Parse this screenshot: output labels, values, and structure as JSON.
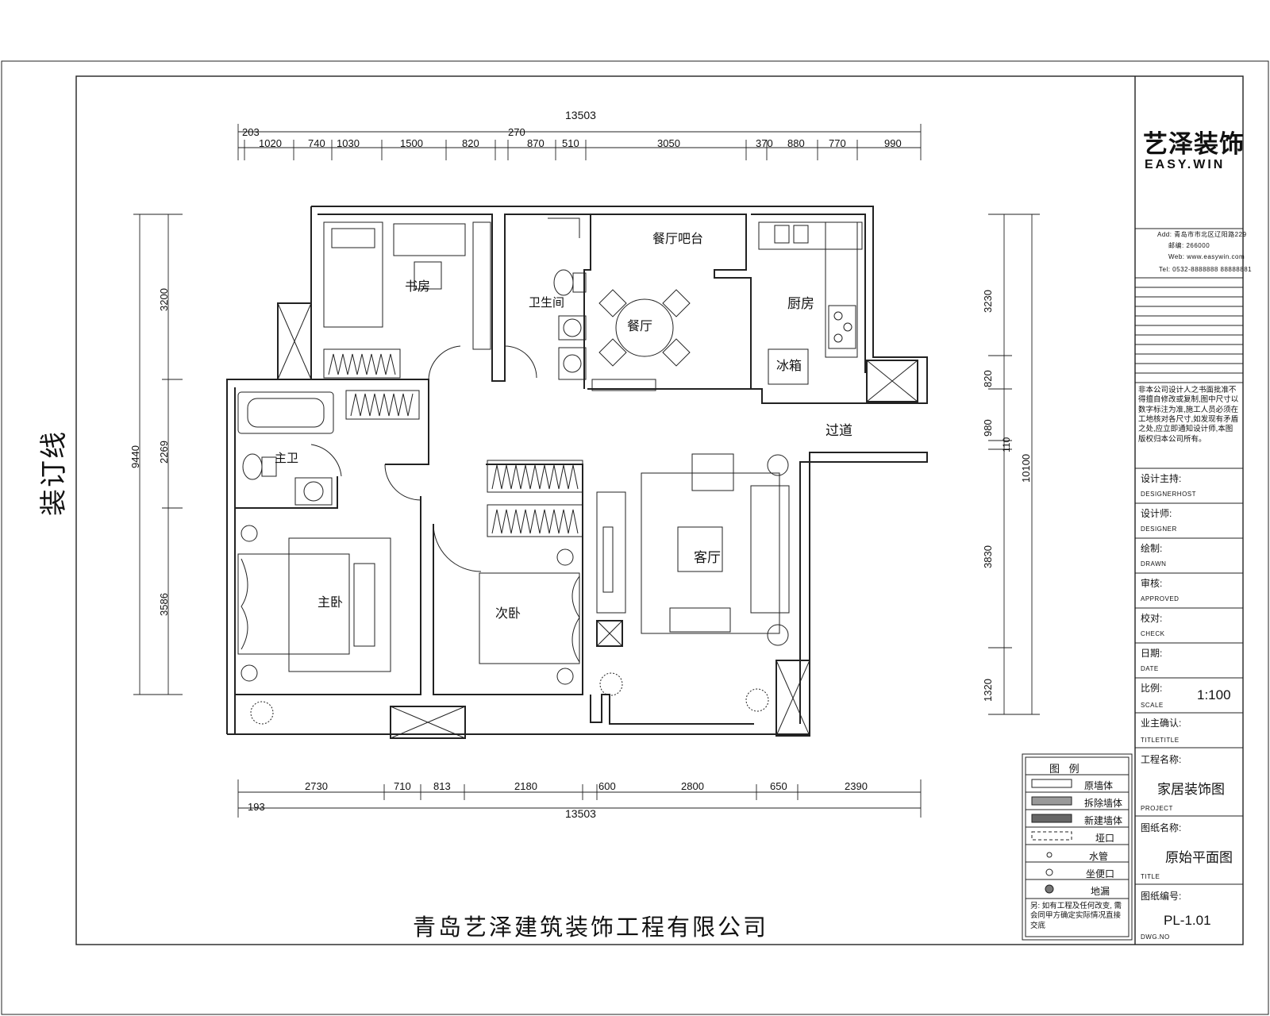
{
  "binding_line": "装订线",
  "company_name": "青岛艺泽建筑装饰工程有限公司",
  "title_block": {
    "logo_cn": "艺泽装饰",
    "logo_en": "EASY.WIN",
    "address_lines": [
      "Add: 青岛市市北区辽阳路229",
      "邮编: 266000",
      "Web: www.easywin.com",
      "Tel: 0532-8888888 88888881"
    ],
    "notice": "非本公司设计人之书面批准不得擅自修改或复制,图中尺寸以数字标注为准,施工人员必须在工地核对各尺寸,如发现有矛盾之处,应立即通知设计师,本图版权归本公司所有。",
    "rows": [
      {
        "cn": "设计主持:",
        "en": "DESIGNERHOST",
        "value": ""
      },
      {
        "cn": "设计师:",
        "en": "DESIGNER",
        "value": ""
      },
      {
        "cn": "绘制:",
        "en": "DRAWN",
        "value": ""
      },
      {
        "cn": "审核:",
        "en": "APPROVED",
        "value": ""
      },
      {
        "cn": "校对:",
        "en": "CHECK",
        "value": ""
      },
      {
        "cn": "日期:",
        "en": "DATE",
        "value": ""
      },
      {
        "cn": "比例:",
        "en": "SCALE",
        "value": "1:100"
      },
      {
        "cn": "业主确认:",
        "en": "TITLETITLE",
        "value": ""
      },
      {
        "cn": "工程名称:",
        "en": "PROJECT",
        "value": "家居装饰图"
      },
      {
        "cn": "图纸名称:",
        "en": "TITLE",
        "value": "原始平面图"
      },
      {
        "cn": "图纸编号:",
        "en": "DWG.NO",
        "value": "PL-1.01"
      }
    ]
  },
  "legend": {
    "title": "图 例",
    "items": [
      {
        "label": "原墙体",
        "symbol": "wall"
      },
      {
        "label": "拆除墙体",
        "symbol": "hatch"
      },
      {
        "label": "新建墙体",
        "symbol": "hatch"
      },
      {
        "label": "垭口",
        "symbol": "dashed"
      },
      {
        "label": "水管",
        "symbol": "small-circle"
      },
      {
        "label": "坐便口",
        "symbol": "circle"
      },
      {
        "label": "地漏",
        "symbol": "hatched-circle"
      }
    ],
    "note": "另: 如有工程及任何改变, 需会同甲方确定实际情况直接交底"
  },
  "rooms": {
    "study": "书房",
    "bath2": "卫生间",
    "dining_bar": "餐厅吧台",
    "dining": "餐厅",
    "kitchen": "厨房",
    "fridge": "冰箱",
    "master_bath": "主卫",
    "corridor": "过道",
    "living": "客厅",
    "master_bed": "主卧",
    "second_bed": "次卧"
  },
  "dimensions": {
    "top_total": "13503",
    "top": [
      "203",
      "1020",
      "740",
      "1030",
      "1500",
      "820",
      "270",
      "870",
      "510",
      "3050",
      "370",
      "880",
      "770",
      "990"
    ],
    "bottom_total": "13503",
    "bottom": [
      "193",
      "2730",
      "710",
      "813",
      "2180",
      "600",
      "2800",
      "650",
      "2390"
    ],
    "left_total": "9440",
    "left": [
      "3200",
      "2269",
      "3586"
    ],
    "right_total": "10100",
    "right": [
      "3230",
      "820",
      "980",
      "110",
      "3830",
      "1320"
    ]
  }
}
